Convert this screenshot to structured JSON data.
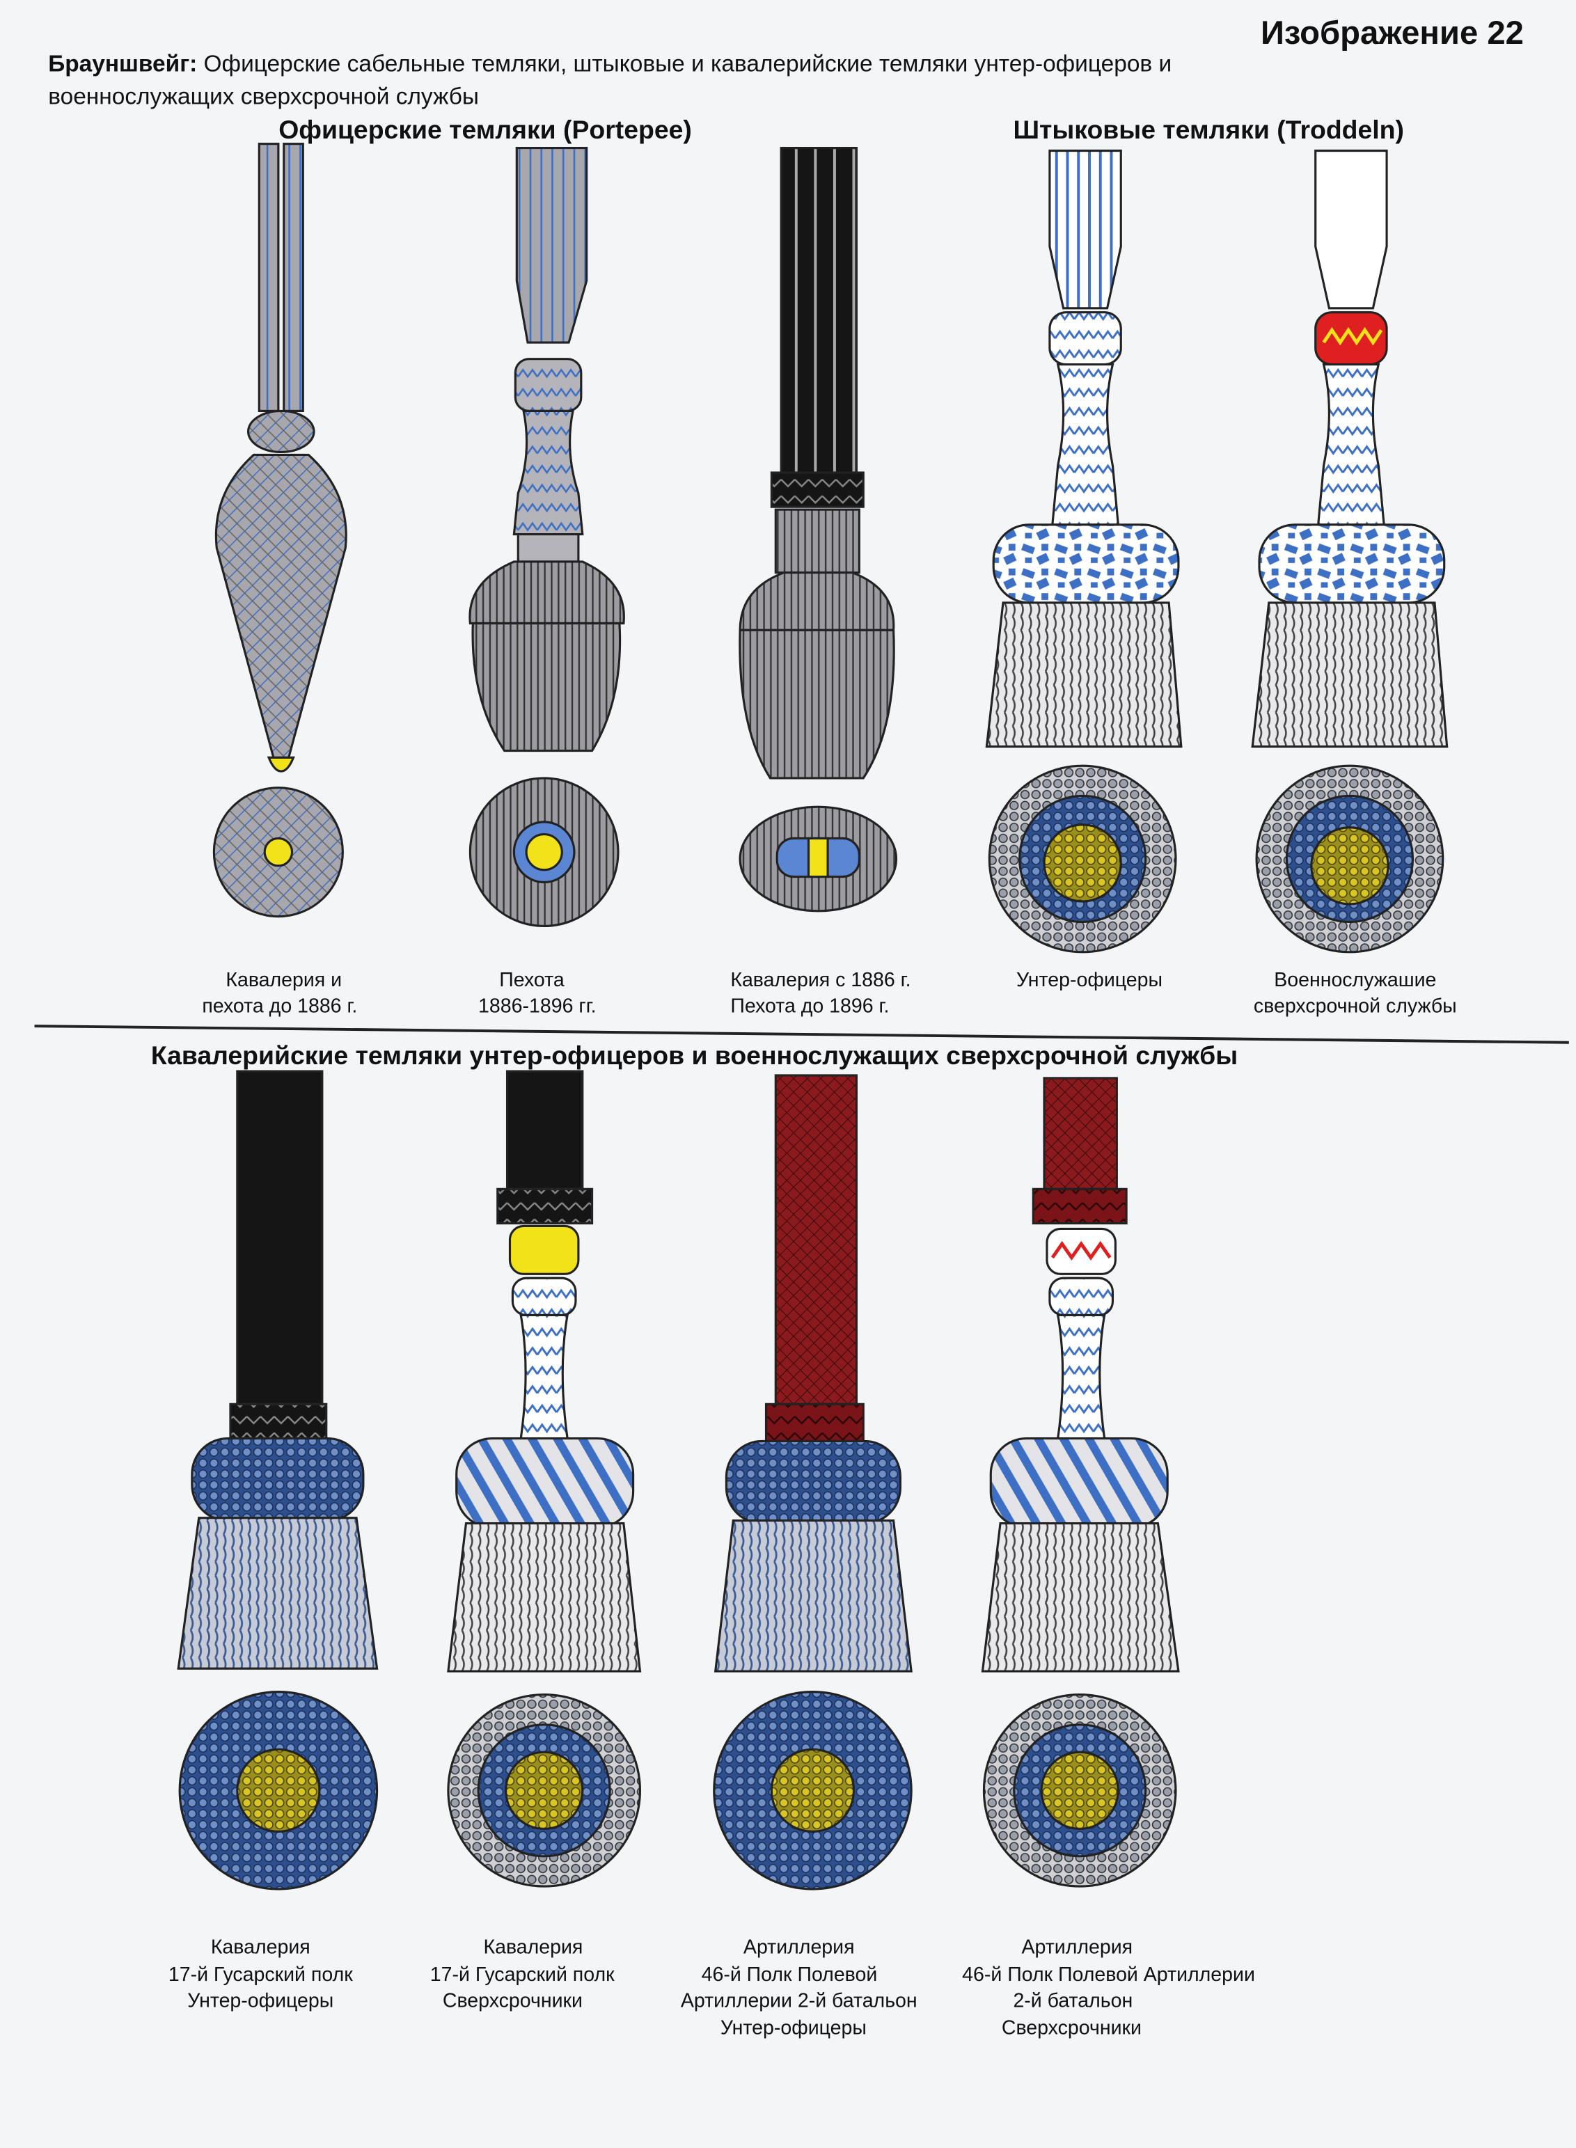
{
  "page": {
    "figure_number": "Изображение 22",
    "title_bold": "Брауншвейг:",
    "title_rest": " Офицерские сабельные темляки, штыковые и кавалерийские темляки унтер-офицеров и",
    "title_line2": "военнослужащих сверхсрочной службы"
  },
  "sections": {
    "officer": "Офицерские темляки (Portepee)",
    "bayonet": "Штыковые темляки (Troddeln)",
    "cavalry": "Кавалерийские темляки унтер-офицеров и военнослужащих сверхсрочной службы"
  },
  "top_items": [
    {
      "caption": [
        "Кавалерия и",
        "пехота до 1886 г."
      ]
    },
    {
      "caption": [
        "Пехота",
        "1886-1896 гг."
      ]
    },
    {
      "caption": [
        "Кавалерия с 1886 г.",
        "Пехота до 1896 г."
      ]
    },
    {
      "caption": [
        "Унтер-офицеры"
      ]
    },
    {
      "caption": [
        "Военнослужашие",
        "сверхсрочной службы"
      ]
    }
  ],
  "bottom_items": [
    {
      "caption": [
        "Кавалерия",
        "17-й Гусарский полк",
        "Унтер-офицеры"
      ]
    },
    {
      "caption": [
        "Кавалерия",
        "17-й Гусарский полк",
        "Сверхсрочники"
      ]
    },
    {
      "caption": [
        "Артиллерия",
        "46-й Полк Полевой",
        "Артиллерии 2-й батальон",
        "Унтер-офицеры"
      ]
    },
    {
      "caption": [
        "Артиллерия",
        "46-й Полк Полевой Артиллерии",
        "2-й батальон",
        "Сверхсрочники"
      ]
    }
  ],
  "colors": {
    "gray": "#a7a7ad",
    "blue": "#3d6fc4",
    "yellow": "#f2e21a",
    "black": "#151515",
    "red": "#8b1a1e",
    "bright_red": "#e02020"
  }
}
